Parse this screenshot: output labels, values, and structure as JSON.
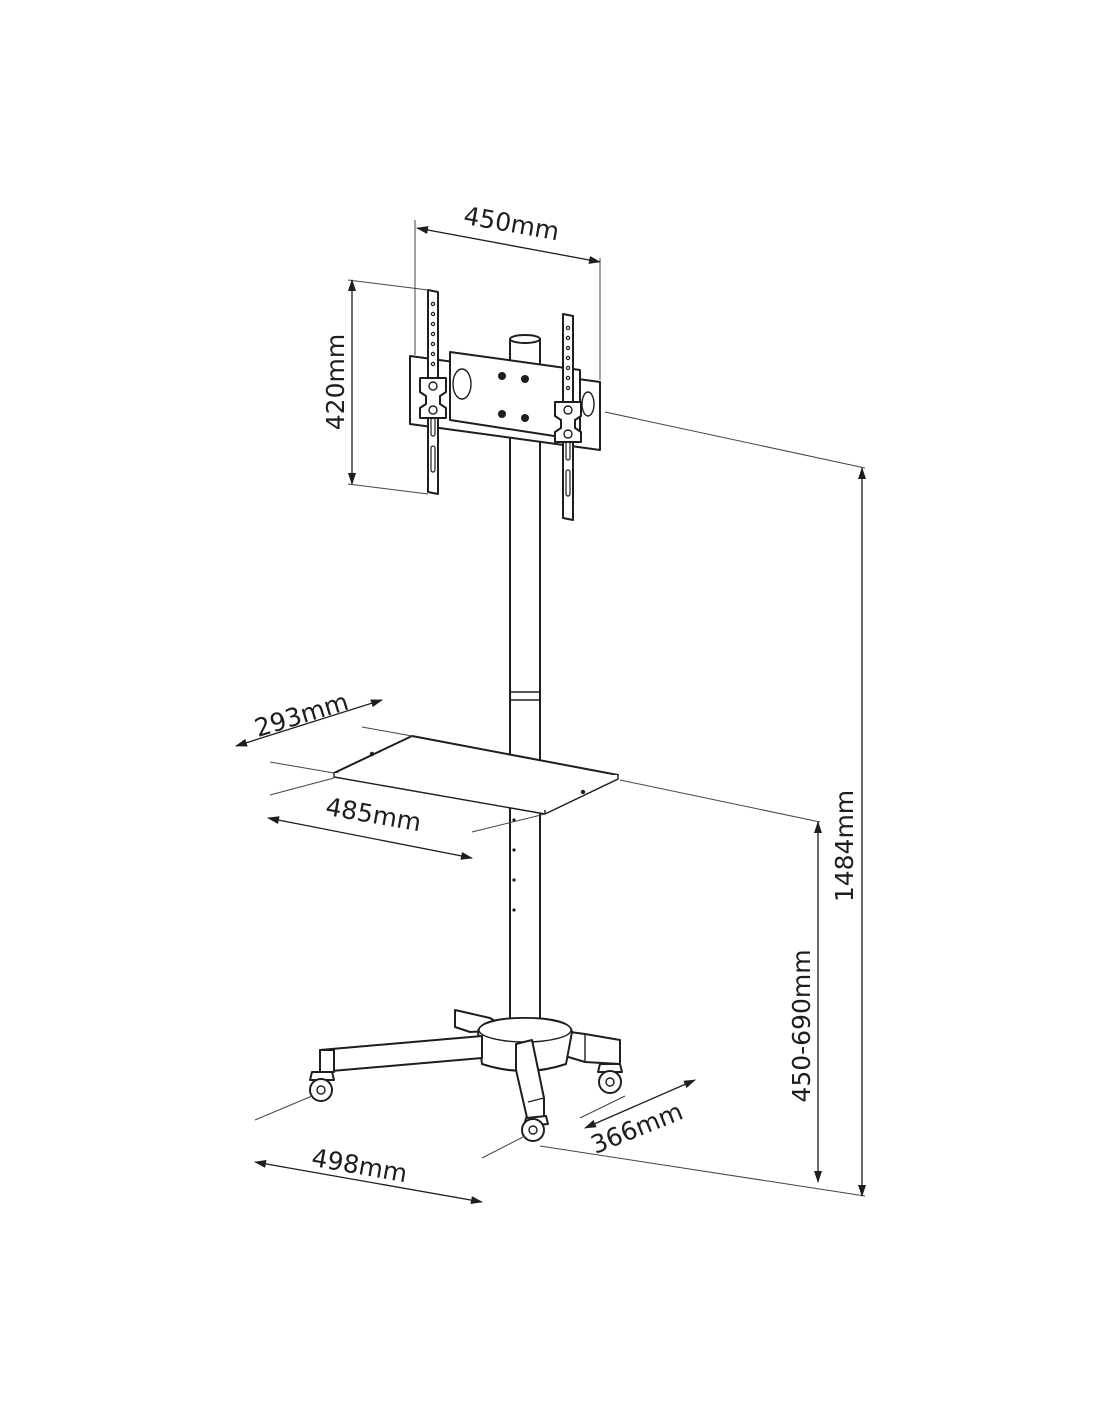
{
  "dimensions": {
    "bracket_width": "450mm",
    "bracket_height": "420mm",
    "shelf_depth": "293mm",
    "shelf_width": "485mm",
    "total_height": "1484mm",
    "shelf_height": "450-690mm",
    "base_depth": "366mm",
    "base_width": "498mm"
  },
  "colors": {
    "line": "#1e1e1e",
    "background": "#ffffff"
  }
}
